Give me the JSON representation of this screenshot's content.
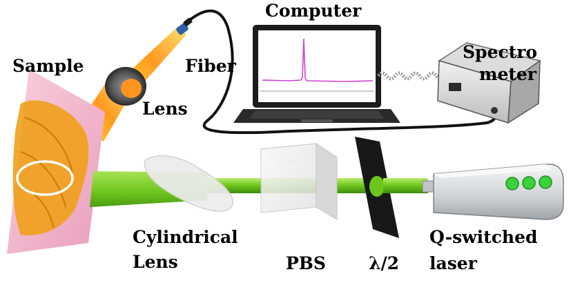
{
  "labels": {
    "computer": "Computer",
    "sample": "Sample",
    "fiber": "Fiber",
    "lens": "Lens",
    "spectrometer_line1": "Spectro",
    "spectrometer_line2": "meter",
    "cylindrical_line1": "Cylindrical",
    "cylindrical_line2": "Lens",
    "pbs": "PBS",
    "half_wave": "λ/2",
    "laser_line1": "Q-switched",
    "laser_line2": "laser"
  },
  "colors": {
    "beam": "#6cc51c",
    "sample": "#f5b8cf",
    "sample_insect": "#f0a01a",
    "emission_cone": "#ffb020",
    "fiber": "#111111",
    "laser_body": "#d4d6d8",
    "laser_indicators": "#39d23a",
    "spectrum_line": "#d040d0"
  },
  "icons": {
    "computer": "laptop-icon",
    "spectrometer": "spectrometer-box-icon",
    "laser": "laser-head-icon"
  }
}
